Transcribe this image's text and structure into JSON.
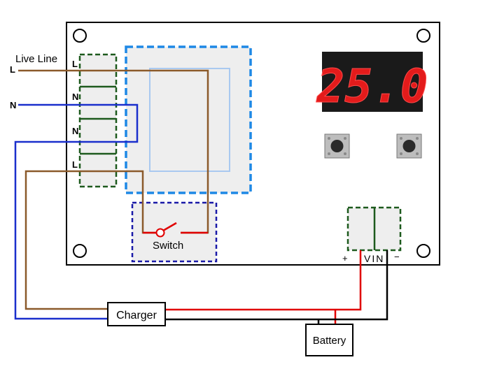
{
  "labels": {
    "live_line": "Live Line",
    "wire_L": "L",
    "wire_N": "N",
    "terminals": [
      "L",
      "N",
      "N",
      "L"
    ],
    "switch": "Switch",
    "charger": "Charger",
    "battery": "Battery",
    "vin": "VIN",
    "vin_plus": "+",
    "vin_minus": "−"
  },
  "display": {
    "reading": "25.0",
    "segment_color": "#e31b1b",
    "background_color": "#1a1a1a"
  },
  "colors": {
    "live_wire": "#8b5a2b",
    "neutral_wire": "#1a2fcc",
    "positive_wire": "#e00000",
    "negative_wire": "#000000",
    "terminal_block_outline": "#1d5a1d",
    "relay_outline": "#1e88e5",
    "switch_outline": "#1a1aa8"
  },
  "icons": {
    "buttons": [
      "push-button-icon",
      "push-button-icon"
    ],
    "mount_holes": [
      "mount-hole-icon",
      "mount-hole-icon",
      "mount-hole-icon",
      "mount-hole-icon"
    ]
  }
}
